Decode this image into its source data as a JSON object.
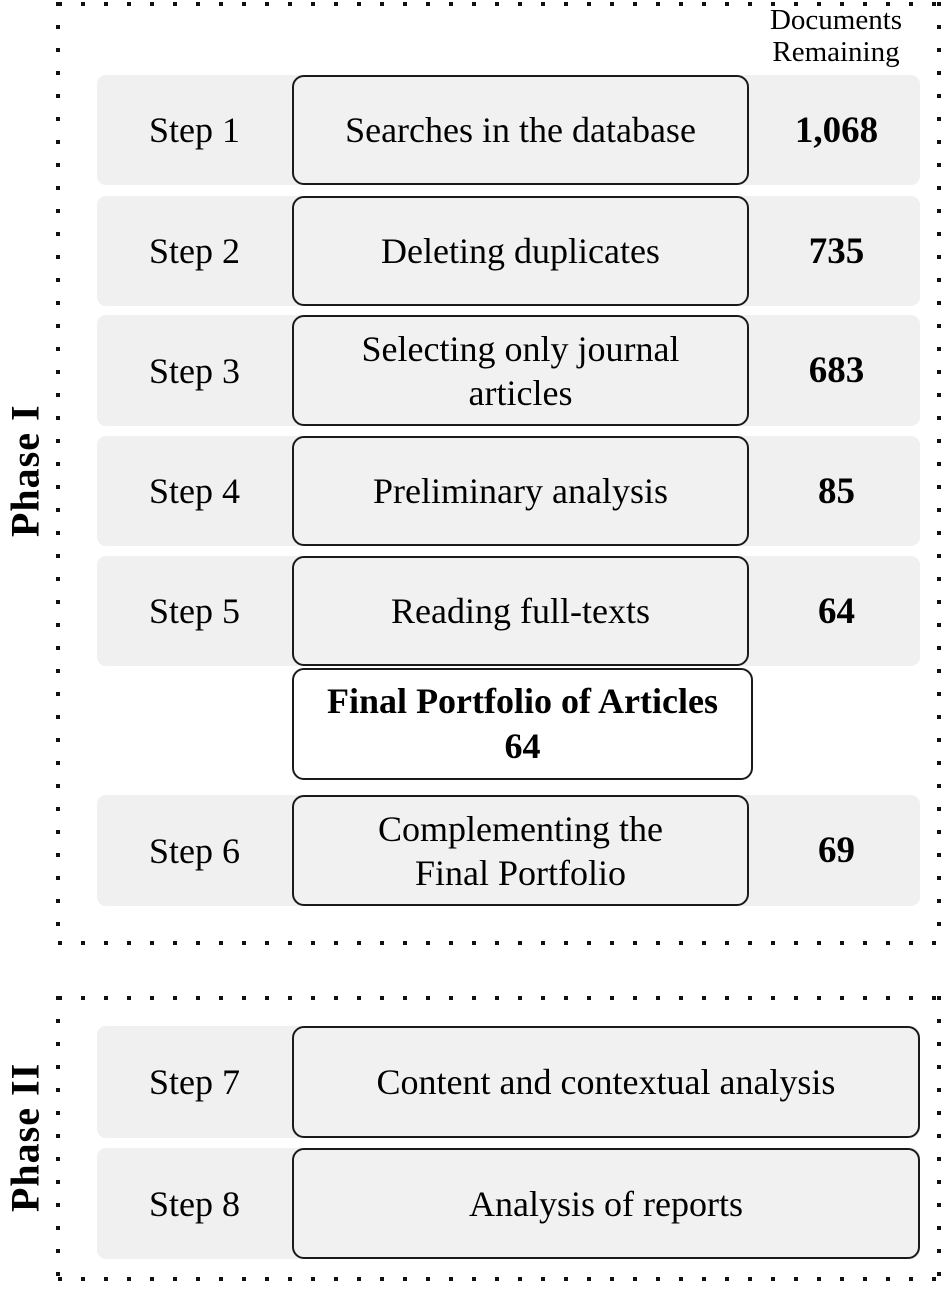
{
  "header": {
    "documents_col": [
      "Documents",
      "Remaining"
    ]
  },
  "phase1": {
    "label": "Phase I",
    "rows": [
      {
        "step": "Step 1",
        "lines": [
          "Searches in the database"
        ],
        "value": "1,068"
      },
      {
        "step": "Step 2",
        "lines": [
          "Deleting duplicates"
        ],
        "value": "735"
      },
      {
        "step": "Step 3",
        "lines": [
          "Selecting only journal",
          "articles"
        ],
        "value": "683"
      },
      {
        "step": "Step 4",
        "lines": [
          "Preliminary analysis"
        ],
        "value": "85"
      },
      {
        "step": "Step 5",
        "lines": [
          "Reading full-texts"
        ],
        "value": "64"
      },
      {
        "step": "Step 6",
        "lines": [
          "Complementing the",
          "Final Portfolio"
        ],
        "value": "69"
      }
    ],
    "final_box": {
      "lines": [
        "Final Portfolio of Articles",
        "64"
      ]
    }
  },
  "phase2": {
    "label": "Phase II",
    "rows": [
      {
        "step": "Step 7",
        "lines": [
          "Content and contextual analysis"
        ]
      },
      {
        "step": "Step 8",
        "lines": [
          "Analysis of reports"
        ]
      }
    ]
  },
  "colors": {
    "row_band": "#f0f0f0",
    "box_fill": "#f1f1f1",
    "box_border": "#1a1a1a",
    "dotted_border": "#111111",
    "text": "#000000"
  }
}
